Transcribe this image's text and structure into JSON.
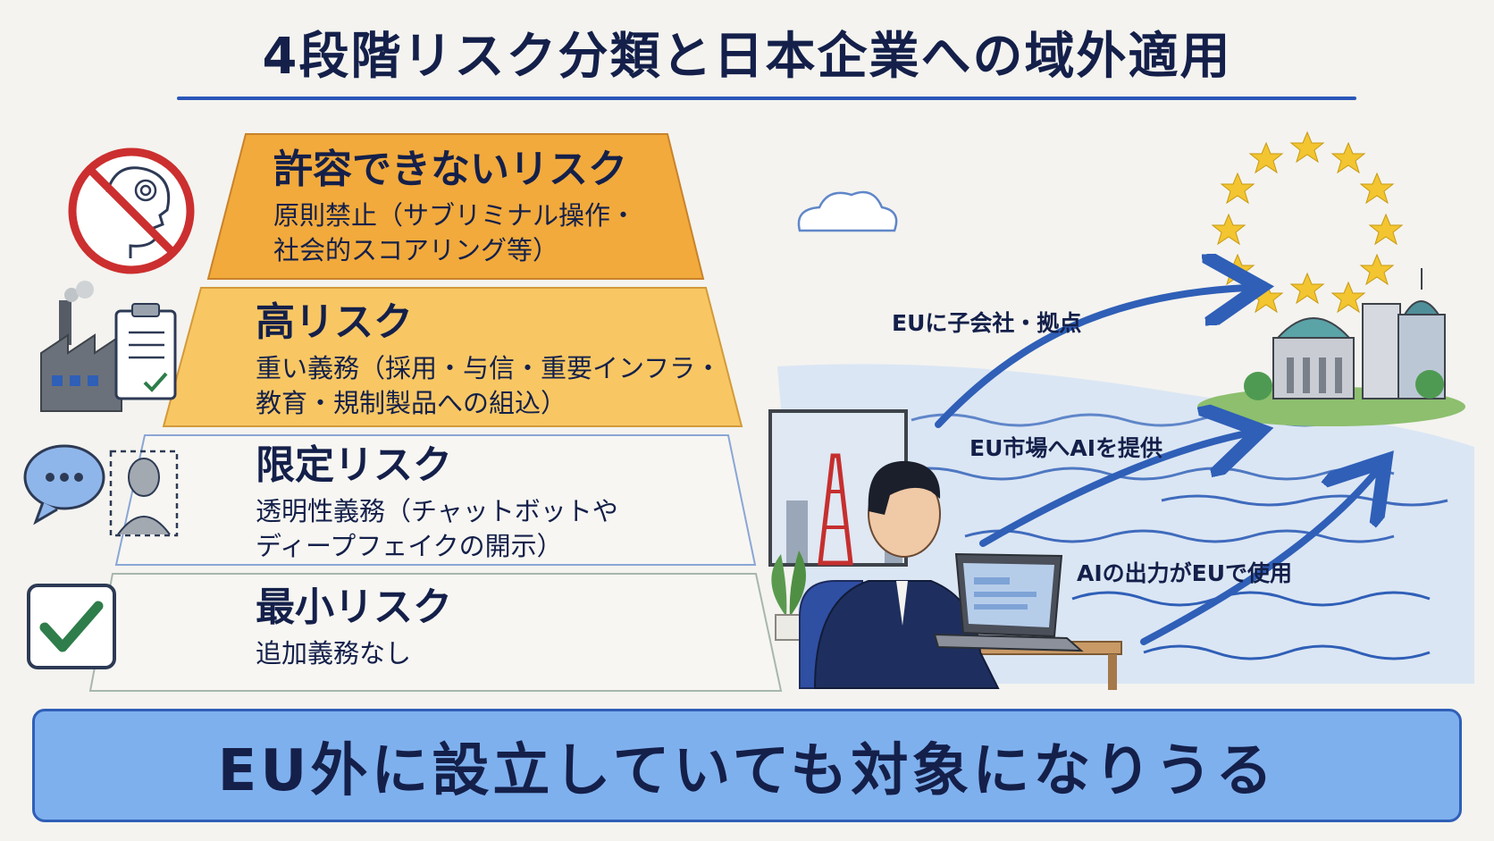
{
  "title": "4段階リスク分類と日本企業への域外適用",
  "tiers": [
    {
      "name": "許容できないリスク",
      "desc_line1": "原則禁止（サブリミナル操作・",
      "desc_line2": "社会的スコアリング等）",
      "color": "#f2aa3c",
      "icon": "prohibited-manipulation-icon"
    },
    {
      "name": "高リスク",
      "desc_line1": "重い義務（採用・与信・重要インフラ・",
      "desc_line2": "教育・規制製品への組込）",
      "color": "#f8c764",
      "icon": "factory-checklist-icon"
    },
    {
      "name": "限定リスク",
      "desc_line1": "透明性義務（チャットボットや",
      "desc_line2": "ディープフェイクの開示）",
      "color": "#f7f6f2",
      "icon": "chatbot-deepfake-icon"
    },
    {
      "name": "最小リスク",
      "desc_line1": "追加義務なし",
      "desc_line2": "",
      "color": "#f7f6f2",
      "icon": "checkmark-icon"
    }
  ],
  "routes": [
    {
      "label": "EUに子会社・拠点"
    },
    {
      "label": "EU市場へAIを提供"
    },
    {
      "label": "AIの出力がEUで使用"
    }
  ],
  "banner": "EU外に設立していても対象になりうる",
  "colors": {
    "accent": "#2a56b8",
    "banner_bg": "#7fb0ee",
    "eu_star": "#f2c531",
    "prohibit_red": "#cc2f2f",
    "check_green": "#2e7d4a"
  }
}
